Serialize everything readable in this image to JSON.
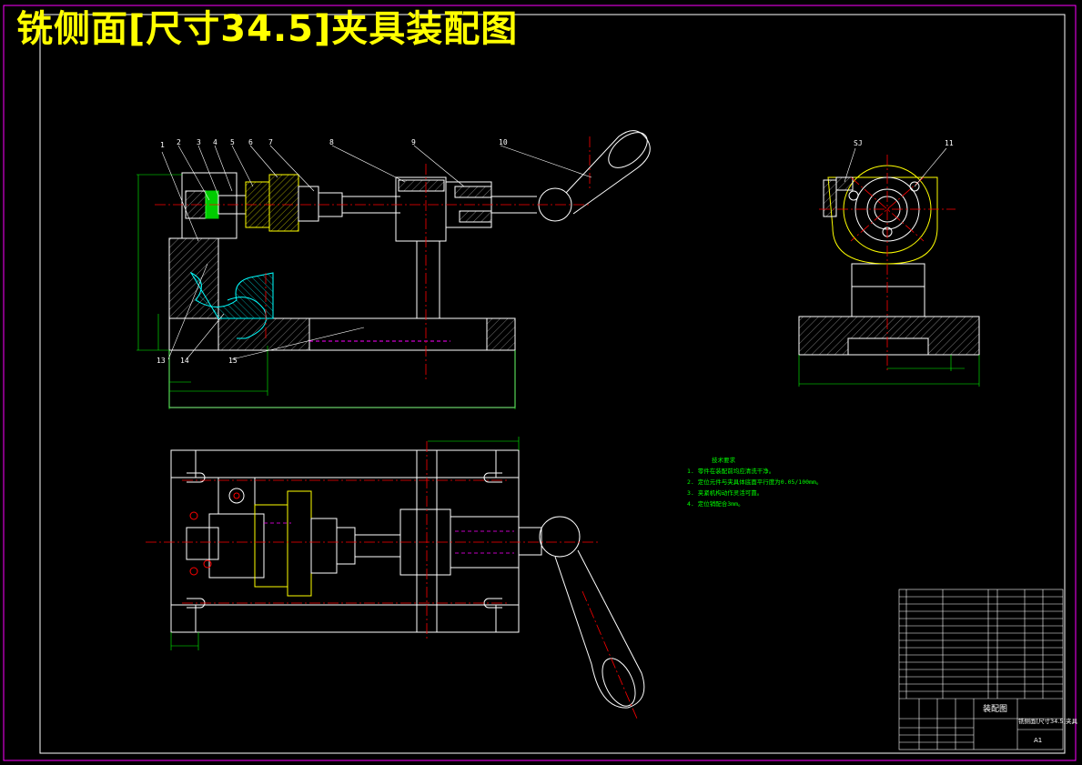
{
  "title": "铣侧面[尺寸34.5]夹具装配图",
  "callouts": {
    "front_top": [
      "1",
      "2",
      "3",
      "4",
      "5",
      "6",
      "7",
      "8",
      "9",
      "10"
    ],
    "front_bottom": [
      "13",
      "14",
      "15"
    ],
    "side": [
      "SJ",
      "11"
    ]
  },
  "notes": {
    "title": "技术要求",
    "items": [
      "1. 零件在装配前均应清洗干净。",
      "2. 定位元件与夹具体底面平行度为0.05/100mm。",
      "3. 夹紧机构动作灵活可靠。",
      "4. 定位销配合3mm。"
    ]
  },
  "title_block": {
    "drawing_name": "装配图",
    "part_name": "铣侧面[尺寸34.5]夹具",
    "sheet": "A1"
  },
  "colors": {
    "background": "#000000",
    "title": "#ffff00",
    "outline": "#ffffff",
    "centerline": "#ff0000",
    "dimension": "#00ff00",
    "hatch": "#ffffff",
    "border": "#ff00ff",
    "hidden": "#ff00ff",
    "highlight": "#00ffff"
  }
}
